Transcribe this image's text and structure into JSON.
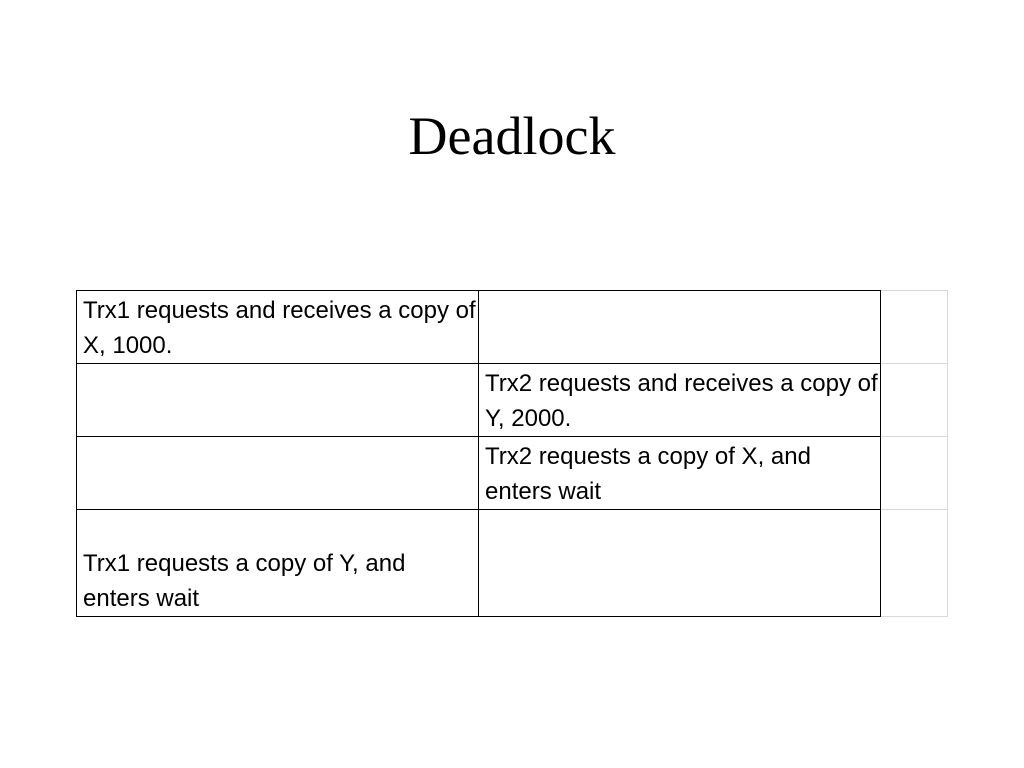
{
  "slide": {
    "title": "Deadlock"
  },
  "table": {
    "rows": [
      {
        "trx1": "Trx1 requests and receives a copy of X, 1000.",
        "trx2": ""
      },
      {
        "trx1": "",
        "trx2": "Trx2 requests and receives a copy of Y, 2000."
      },
      {
        "trx1": "",
        "trx2": "Trx2 requests a copy of X, and enters wait"
      },
      {
        "trx1": "Trx1 requests a copy of Y, and enters wait",
        "trx2": ""
      }
    ]
  },
  "colors": {
    "text": "#000000",
    "border": "#000000",
    "extra_border": "#d9d9d9",
    "background": "#ffffff"
  }
}
